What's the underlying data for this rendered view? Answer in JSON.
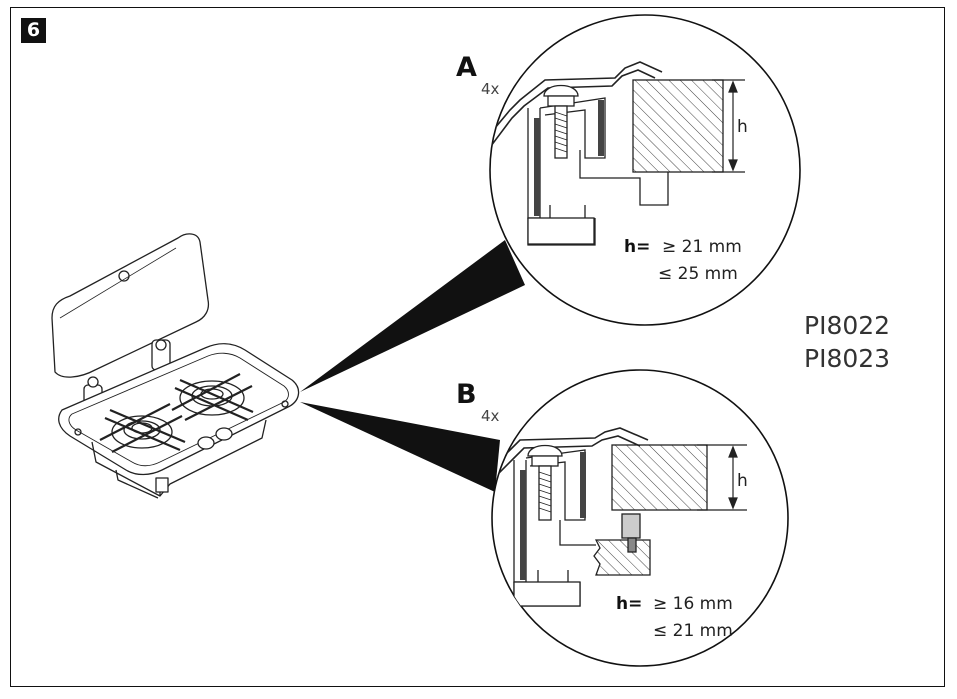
{
  "step_number": "6",
  "models": [
    "PI8022",
    "PI8023"
  ],
  "details": [
    {
      "label": "A",
      "quantity": "4x",
      "dimension_label": "h",
      "spec_prefix": "h=",
      "spec_min": "≥ 21 mm",
      "spec_max": "≤ 25 mm"
    },
    {
      "label": "B",
      "quantity": "4x",
      "dimension_label": "h",
      "spec_prefix": "h=",
      "spec_min": "≥ 16 mm",
      "spec_max": "≤ 21 mm"
    }
  ]
}
